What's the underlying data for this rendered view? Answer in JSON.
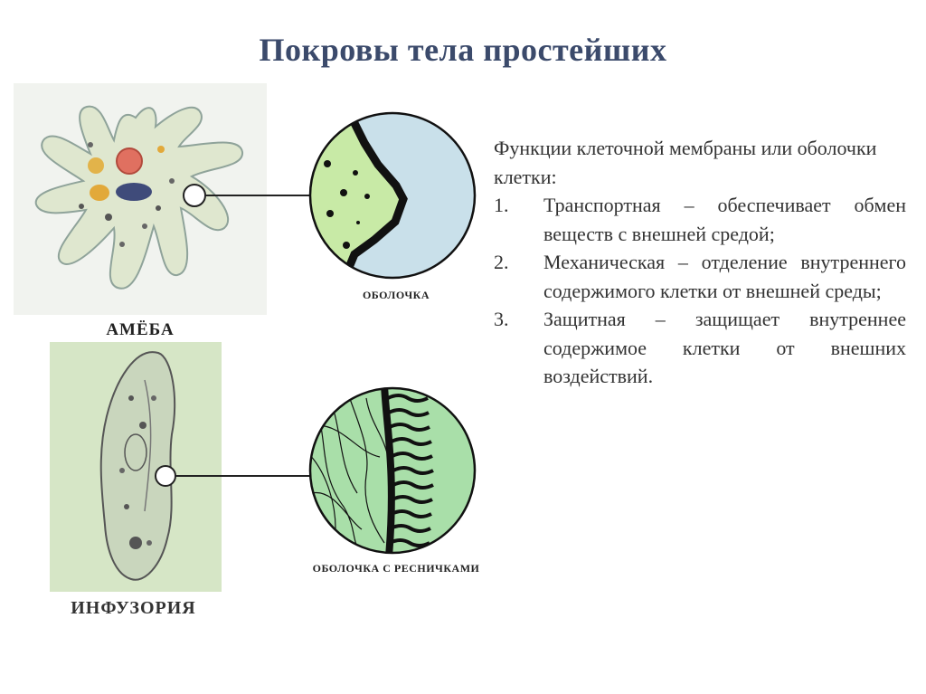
{
  "slide": {
    "title": "Покровы тела простейших",
    "captions": {
      "amoeba": "АМЁБА",
      "infusoria": "ИНФУЗОРИЯ",
      "membrane": "ОБОЛОЧКА",
      "membrane_cilia": "ОБОЛОЧКА С РЕСНИЧКАМИ"
    },
    "functions": {
      "intro": "Функции клеточной мембраны или оболочки клетки:",
      "items": [
        {
          "num": "1.",
          "text": "Транспортная – обеспечивает обмен веществ с внешней средой;"
        },
        {
          "num": "2.",
          "text": "Механическая – отделение внутреннего содержимого клетки от внешней среды;"
        },
        {
          "num": "3.",
          "text": "Защитная – защищает внутреннее содержимое клетки от внешних воздействий."
        }
      ]
    },
    "colors": {
      "title": "#3b4a6b",
      "cytoplasm_green": "#c8eaa6",
      "outside_blue": "#c9e0ea",
      "infusoria_green": "#a9dfa9",
      "panel_bg": "#d6e6c6"
    }
  }
}
